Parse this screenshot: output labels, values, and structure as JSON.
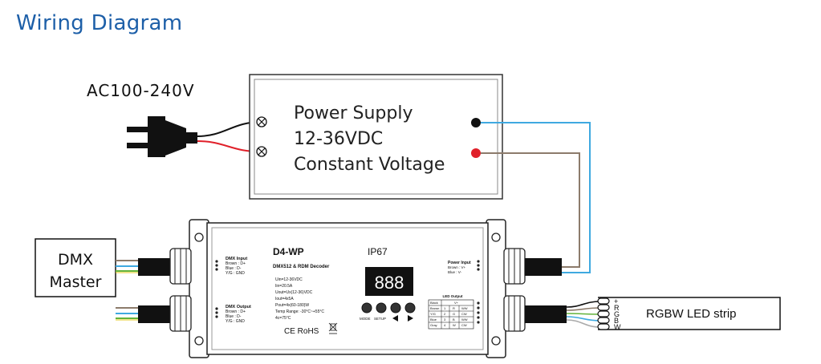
{
  "title": "Wiring Diagram",
  "ac_label": "AC100-240V",
  "power_supply": {
    "line1": "Power Supply",
    "line2": "12-36VDC",
    "line3": "Constant Voltage"
  },
  "dmx_master": {
    "line1": "DMX",
    "line2": "Master"
  },
  "led_strip": {
    "label": "RGBW LED strip",
    "pins": [
      "+",
      "R",
      "G",
      "B",
      "W"
    ]
  },
  "device": {
    "model": "D4-WP",
    "rating": "IP67",
    "subtitle": "DMX512 & RDM Decoder",
    "display": "888",
    "specs": [
      "Uin=12-36VDC",
      "Iin=20.5A",
      "Uout=Ux(12-36)VDC",
      "Iout=4x5A",
      "Pout=4x(60-180)W",
      "Temp Range: -30°C~+55°C",
      "4c=75°C"
    ],
    "cert": "CE RoHS",
    "buttons": [
      "MODE",
      "SETUP"
    ],
    "dmx_input": {
      "title": "DMX Input",
      "rows": [
        "Brown : D+",
        "Blue  : D-",
        "Y/G   : GND"
      ]
    },
    "dmx_output": {
      "title": "DMX Output",
      "rows": [
        "Brown : D+",
        "Blue  : D-",
        "Y/G   : GND"
      ]
    },
    "power_input": {
      "title": "Power Input",
      "rows": [
        "Brown : V+",
        "Blue  : V-"
      ]
    },
    "led_output": {
      "title": "LED Output",
      "rows": [
        [
          "Black",
          "",
          "V+",
          ""
        ],
        [
          "Brown",
          "1",
          "R",
          "WW"
        ],
        [
          "Y/G",
          "2",
          "G",
          "CW"
        ],
        [
          "Blue",
          "3",
          "B",
          "WW"
        ],
        [
          "Gray",
          "4",
          "W",
          "CW"
        ]
      ]
    }
  },
  "colors": {
    "title": "#1d5fa8",
    "wire_blue": "#3fa9e0",
    "wire_brown": "#8c7b6b",
    "wire_red": "#e0202a",
    "wire_green": "#63b33b",
    "wire_yellow": "#e5c81a",
    "terminal_red": "#e0202a"
  }
}
